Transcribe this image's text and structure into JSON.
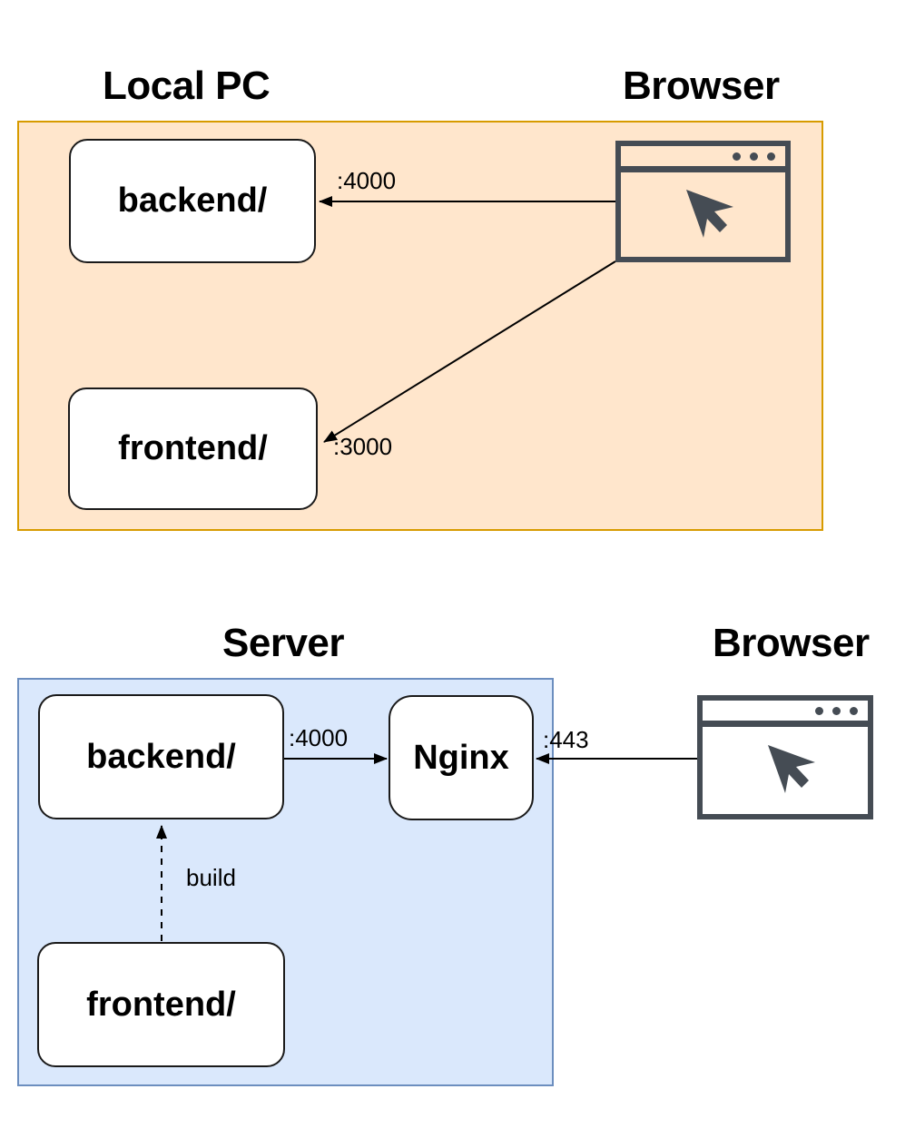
{
  "colors": {
    "local_pc_fill": "#FFE6CC",
    "local_pc_stroke": "#D79B00",
    "server_fill": "#DAE8FC",
    "server_stroke": "#6C8EBF",
    "node_fill": "#FFFFFF",
    "node_stroke": "#1A1A1A",
    "browser_icon_color": "#454C54",
    "arrow_color": "#000000"
  },
  "local_diagram": {
    "title": "Local PC",
    "browser_title": "Browser",
    "backend_label": "backend/",
    "frontend_label": "frontend/",
    "backend_port_label": ":4000",
    "frontend_port_label": ":3000"
  },
  "server_diagram": {
    "title": "Server",
    "browser_title": "Browser",
    "backend_label": "backend/",
    "frontend_label": "frontend/",
    "nginx_label": "Nginx",
    "backend_port_label": ":4000",
    "https_port_label": ":443",
    "build_label": "build"
  }
}
